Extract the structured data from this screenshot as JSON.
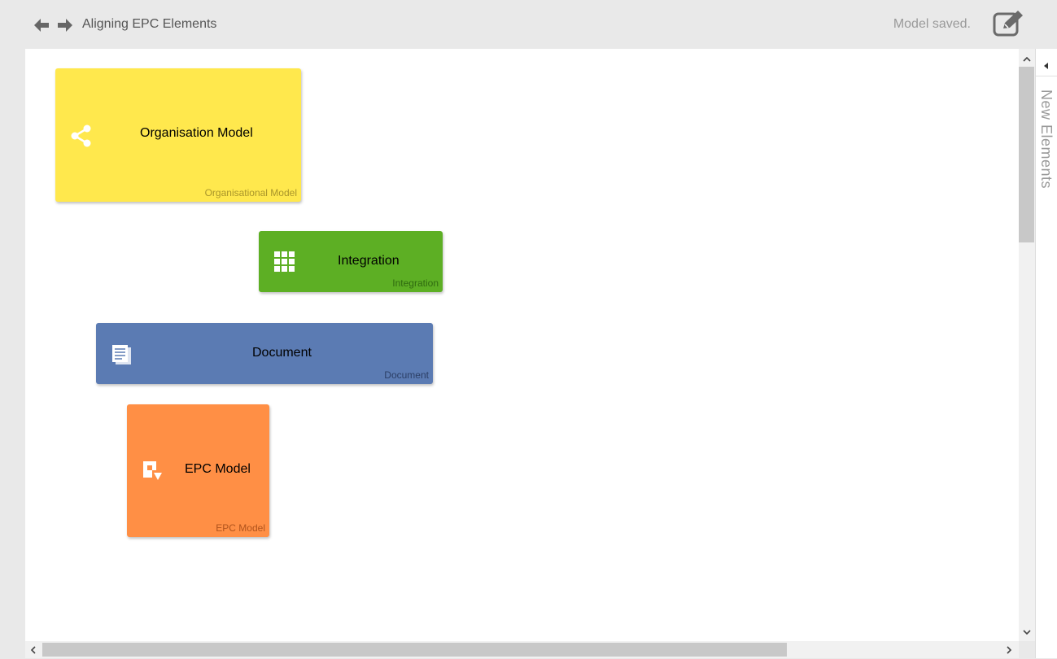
{
  "header": {
    "back_icon": "arrow-left-icon",
    "forward_icon": "arrow-right-icon",
    "title": "Aligning EPC Elements",
    "status": "Model saved.",
    "edit_icon": "edit-icon"
  },
  "side_panel": {
    "toggle_icon": "caret-left-icon",
    "label": "New Elements"
  },
  "elements": [
    {
      "label": "Organisation Model",
      "type": "Organisational Model",
      "icon": "share-icon",
      "color": "#ffe84d",
      "type_color": "#a9952a"
    },
    {
      "label": "Integration",
      "type": "Integration",
      "icon": "grid-icon",
      "color": "#5daf24",
      "type_color": "#2f6a10"
    },
    {
      "label": "Document",
      "type": "Document",
      "icon": "document-icon",
      "color": "#5b7bb3",
      "type_color": "#2c3f66"
    },
    {
      "label": "EPC Model",
      "type": "EPC Model",
      "icon": "epc-model-icon",
      "color": "#ff8f45",
      "type_color": "#b0531c"
    }
  ],
  "colors": {
    "background": "#e9e9e9",
    "canvas": "#ffffff",
    "scroll_thumb": "#c8c8c8"
  }
}
